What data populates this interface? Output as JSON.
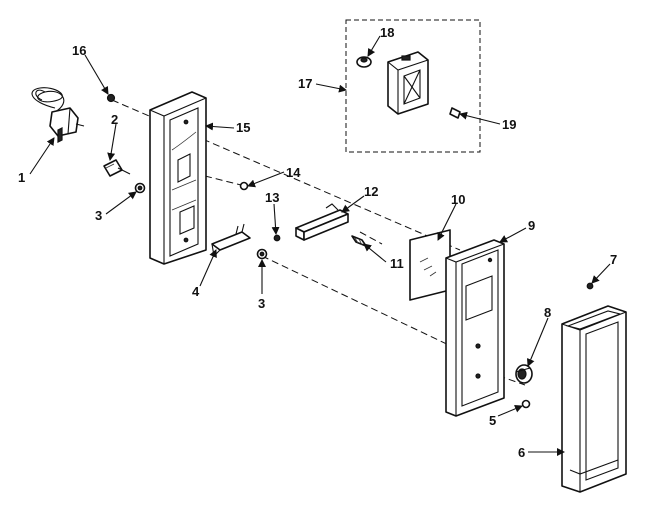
{
  "labels": {
    "p1": "1",
    "p2": "2",
    "p3a": "3",
    "p3b": "3",
    "p4": "4",
    "p5": "5",
    "p6": "6",
    "p7": "7",
    "p8": "8",
    "p9": "9",
    "p10": "10",
    "p11": "11",
    "p12": "12",
    "p13": "13",
    "p14": "14",
    "p15": "15",
    "p16": "16",
    "p17": "17",
    "p18": "18",
    "p19": "19"
  }
}
